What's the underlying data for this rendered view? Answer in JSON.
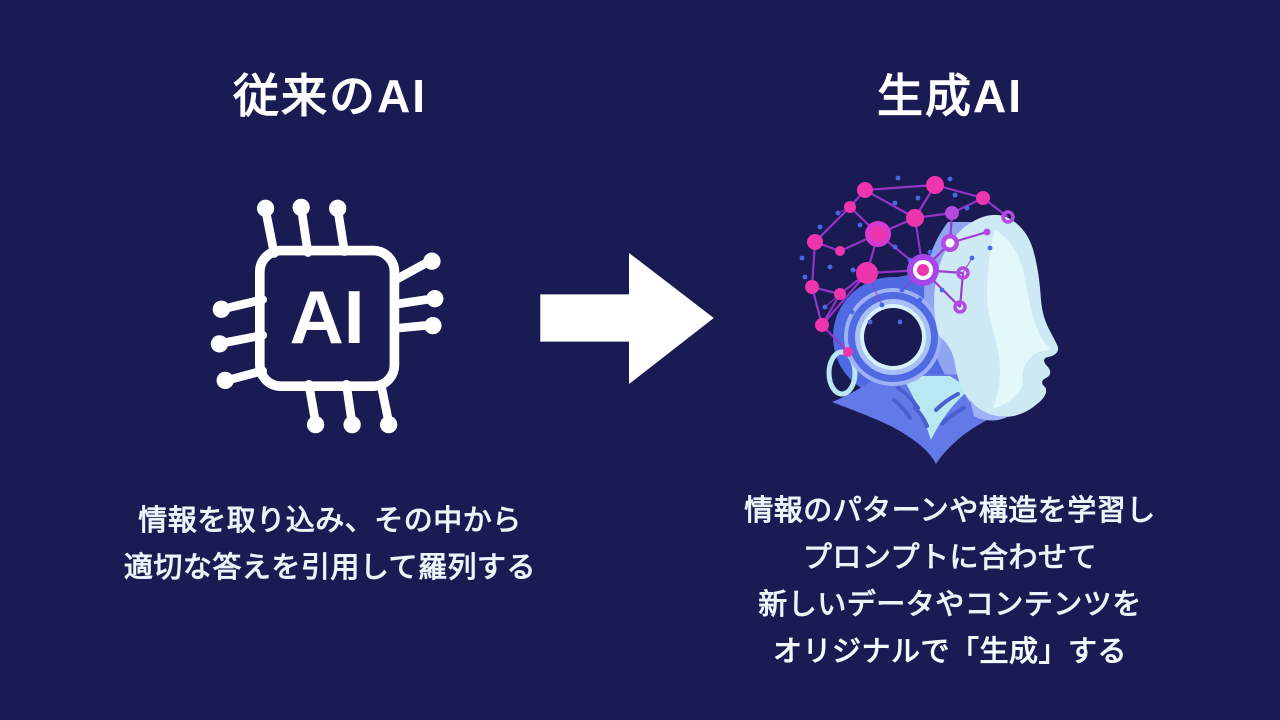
{
  "page": {
    "background": "#1a1b52",
    "type_label": "comparison-diagram"
  },
  "left_panel": {
    "title": "従来のAI",
    "chip_label": "AI",
    "description_lines": [
      "情報を取り込み、その中から",
      "適切な答えを引用して羅列する"
    ]
  },
  "right_panel": {
    "title": "生成AI",
    "description_lines": [
      "情報のパターンや構造を学習し",
      "プロンプトに合わせて",
      "新しいデータやコンテンツを"
    ],
    "description_emphasis_line": "オリジナルで「生成」する"
  },
  "icons": {
    "left": "ai-chip-icon",
    "center": "transform-arrow-icon",
    "right": "generative-ai-head-icon"
  },
  "colors": {
    "background": "#1a1b52",
    "title_text": "#ffffff",
    "body_text": "#e9f5f8",
    "icon_white": "#ffffff",
    "network_pink": "#ee35ad",
    "network_purple_line": "#9a35cf",
    "network_purple_node": "#b44be0",
    "network_blue_dot": "#4968e8",
    "head_blue": "#5b74e6",
    "head_panel_blue": "#4f6ae2",
    "head_light_periwinkle": "#9db1f4",
    "ear_light_ring": "#a9c0f7",
    "face_pale": "#cdeaf4",
    "face_highlight": "#e3f8fb",
    "neck_cyan": "#b9e7f2"
  }
}
